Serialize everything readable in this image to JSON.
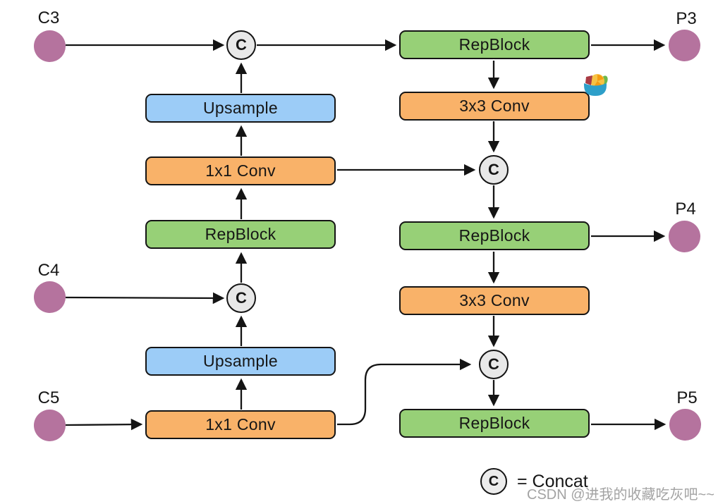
{
  "diagram": {
    "concat_symbol": "C",
    "ports": {
      "c3": {
        "label": "C3"
      },
      "c4": {
        "label": "C4"
      },
      "c5": {
        "label": "C5"
      },
      "p3": {
        "label": "P3"
      },
      "p4": {
        "label": "P4"
      },
      "p5": {
        "label": "P5"
      }
    },
    "nodes": {
      "repblock_p3": {
        "label": "RepBlock",
        "color": "green"
      },
      "conv3x3_top": {
        "label": "3x3 Conv",
        "color": "orange"
      },
      "upsample_top": {
        "label": "Upsample",
        "color": "blue"
      },
      "conv1x1_top": {
        "label": "1x1 Conv",
        "color": "orange"
      },
      "repblock_left": {
        "label": "RepBlock",
        "color": "green"
      },
      "repblock_p4": {
        "label": "RepBlock",
        "color": "green"
      },
      "conv3x3_bottom": {
        "label": "3x3 Conv",
        "color": "orange"
      },
      "upsample_bottom": {
        "label": "Upsample",
        "color": "blue"
      },
      "conv1x1_bottom": {
        "label": "1x1 Conv",
        "color": "orange"
      },
      "repblock_p5": {
        "label": "RepBlock",
        "color": "green"
      }
    },
    "edges": [
      "C3 -> Concat(top-left)",
      "Upsample(top) -> Concat(top-left)",
      "Concat(top-left) -> RepBlock(P3)",
      "RepBlock(P3) -> P3",
      "RepBlock(P3) -> 3x3 Conv(top)",
      "3x3 Conv(top) -> Concat(mid-right)",
      "1x1 Conv(top) -> Concat(mid-right)",
      "1x1 Conv(top) -> Upsample(top)",
      "RepBlock(left) -> 1x1 Conv(top)",
      "C4 -> Concat(mid-left)",
      "Concat(mid-left) -> RepBlock(left)",
      "Upsample(bottom) -> Concat(mid-left)",
      "1x1 Conv(bottom) -> Upsample(bottom)",
      "C5 -> 1x1 Conv(bottom)",
      "1x1 Conv(bottom) -> Concat(bottom-right)",
      "Concat(mid-right) -> RepBlock(P4)",
      "RepBlock(P4) -> P4",
      "RepBlock(P4) -> 3x3 Conv(bottom)",
      "3x3 Conv(bottom) -> Concat(bottom-right)",
      "Concat(bottom-right) -> RepBlock(P5)",
      "RepBlock(P5) -> P5"
    ],
    "legend": {
      "symbol": "C",
      "text": "= Concat"
    }
  },
  "watermark": {
    "text": "CSDN @进我的收藏吃灰吧~~"
  },
  "palette": {
    "box_green": "#97D077",
    "box_blue": "#9CCCF7",
    "box_orange": "#F9B269",
    "port_purple": "#B5739E",
    "concat_fill": "#E8E8E8",
    "stroke": "#141414",
    "watermark_gray": "#A3A3A3"
  }
}
